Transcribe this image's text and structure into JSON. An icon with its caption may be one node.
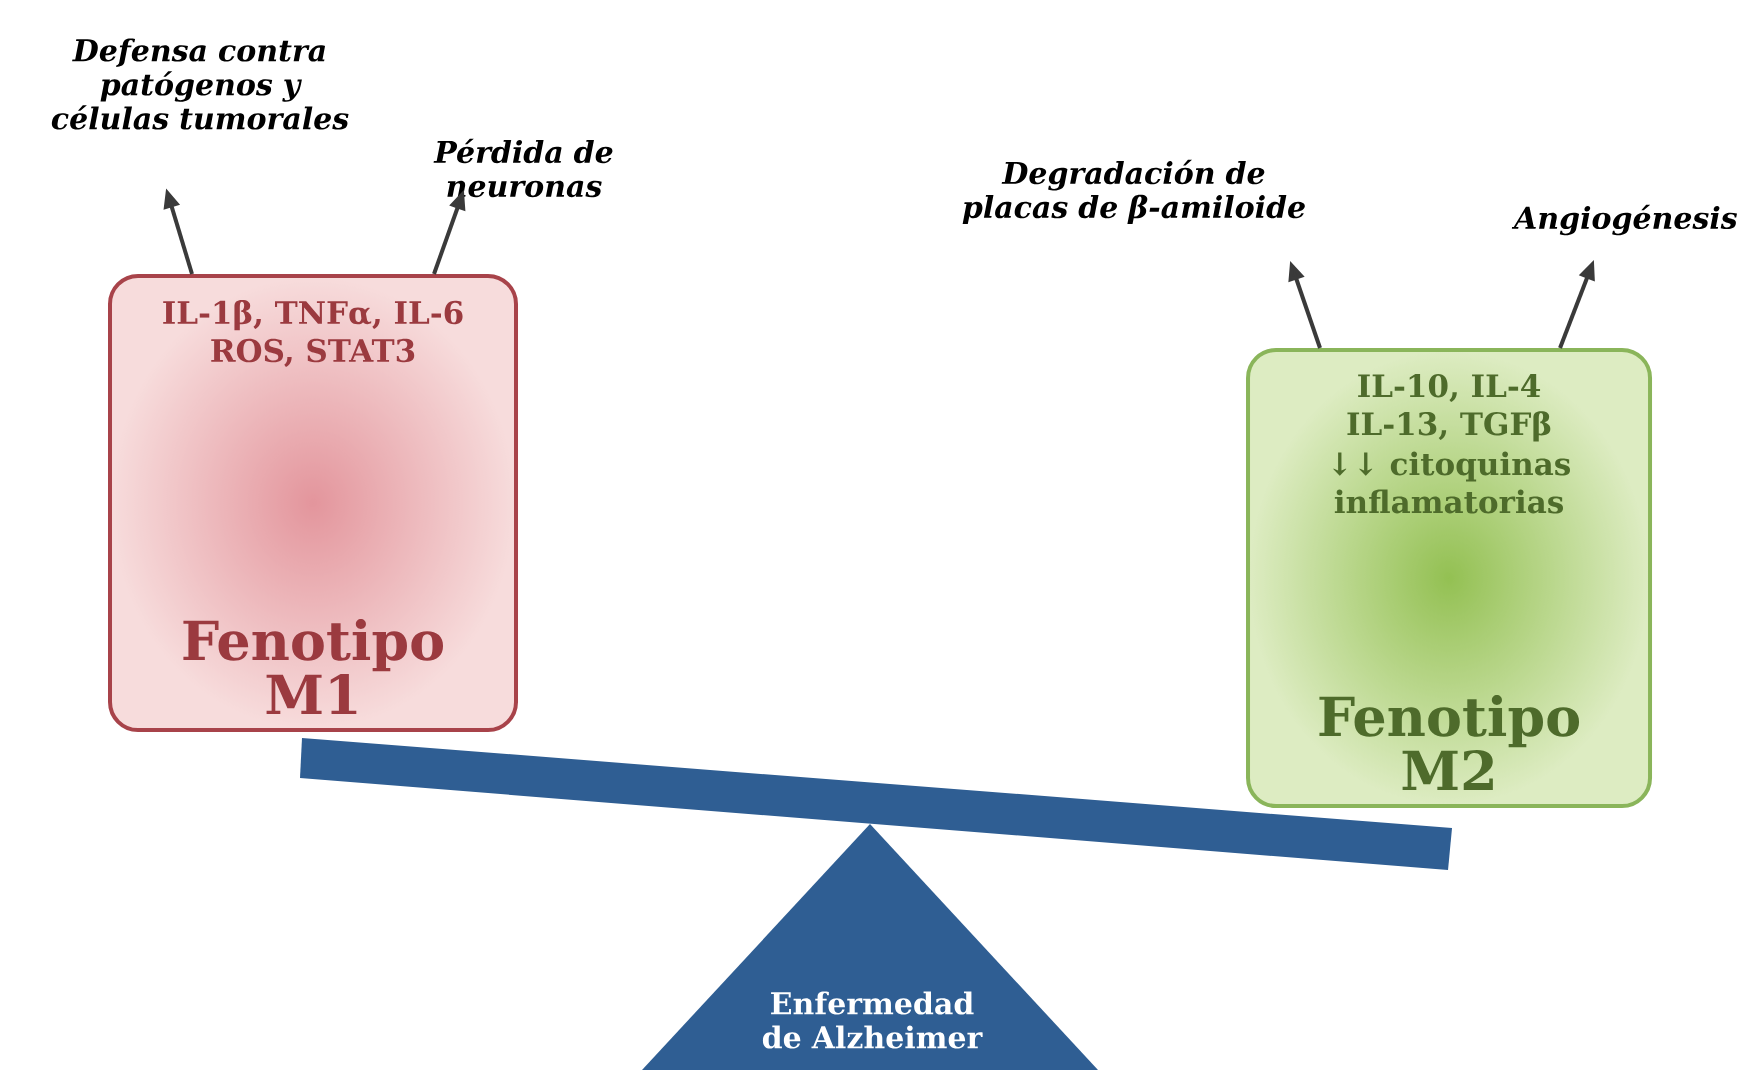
{
  "diagram": {
    "nodes": [
      {
        "text": [
          "IL-1β, TNFα, IL-6 ROS, STAT3",
          "Fenotipo M1"
        ]
      },
      {
        "text": [
          "IL-10, IL-4 IL-13, TGFβ",
          "↓↓ citoquinas inflamatorias",
          "Fenotipo M2"
        ]
      },
      {
        "text": [
          "Defensa contra patógenos y células tumorales"
        ]
      },
      {
        "text": [
          "Pérdida de neuronas"
        ]
      },
      {
        "text": [
          "Degradación de placas de β-amiloide"
        ]
      },
      {
        "text": [
          "Angiogénesis"
        ]
      },
      {
        "text": [
          "Enfermedad de Alzheimer"
        ]
      },
      {
        "text": [],
        "shape": "bar"
      }
    ],
    "edges": [
      {
        "from": 0,
        "to": 2,
        "arrow": "to"
      },
      {
        "from": 0,
        "to": 3,
        "arrow": "to"
      },
      {
        "from": 1,
        "to": 4,
        "arrow": "to"
      },
      {
        "from": 1,
        "to": 5,
        "arrow": "to"
      }
    ]
  }
}
